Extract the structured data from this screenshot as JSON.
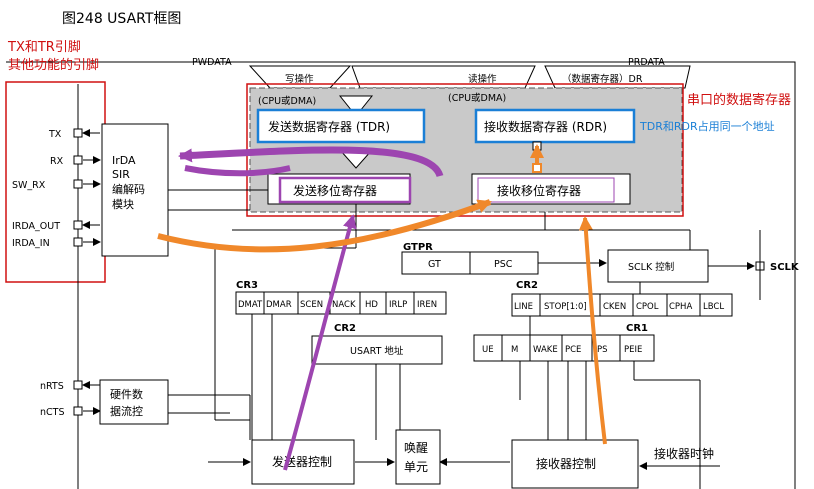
{
  "figure_title": "图248    USART框图",
  "annotations": {
    "tx_tr_pins": [
      "TX和TR引脚",
      "其他功能的引脚"
    ],
    "serial_registers": "串口的数据寄存器",
    "shared_address": "TDR和RDR占用同一个地址"
  },
  "bus": {
    "pwdata": "PWDATA",
    "prdata": "PRDATA",
    "write_op": "写操作",
    "read_op": "读操作",
    "data_register": "（数据寄存器）DR",
    "cpu_dma_left": "(CPU或DMA)",
    "cpu_dma_right": "(CPU或DMA)"
  },
  "registers": {
    "tdr": "发送数据寄存器 (TDR)",
    "rdr": "接收数据寄存器 (RDR)",
    "tx_shift": "发送移位寄存器",
    "rx_shift": "接收移位寄存器"
  },
  "pins": [
    "TX",
    "RX",
    "SW_RX",
    "IRDA_OUT",
    "IRDA_IN",
    "nRTS",
    "nCTS",
    "SCLK"
  ],
  "irda": [
    "IrDA",
    "SIR",
    "编解码",
    "模块"
  ],
  "gtpr": {
    "label": "GTPR",
    "gt": "GT",
    "psc": "PSC"
  },
  "sclk_control": "SCLK 控制",
  "cr3": {
    "label": "CR3",
    "bits": [
      "DMAT",
      "DMAR",
      "SCEN",
      "NACK",
      "HD",
      "IRLP",
      "IREN"
    ]
  },
  "cr2_top": {
    "label": "CR2",
    "bits": [
      "LINE",
      "STOP[1:0]",
      "CKEN",
      "CPOL",
      "CPHA",
      "LBCL"
    ]
  },
  "cr2_mid": {
    "label": "CR2",
    "address": "USART 地址"
  },
  "cr1": {
    "label": "CR1",
    "bits": [
      "UE",
      "M",
      "WAKE",
      "PCE",
      "PS",
      "PEIE"
    ]
  },
  "flow_control": [
    "硬件数",
    "据流控"
  ],
  "tx_control": "发送器控制",
  "wakeup": [
    "唤醒",
    "单元"
  ],
  "rx_control": "接收器控制",
  "rx_clock": "接收器时钟",
  "colors": {
    "red": "#d01010",
    "blue": "#1a7fd6",
    "purple": "#9d45b0",
    "orange": "#f0882a",
    "gray_panel": "#c9c9c9"
  }
}
